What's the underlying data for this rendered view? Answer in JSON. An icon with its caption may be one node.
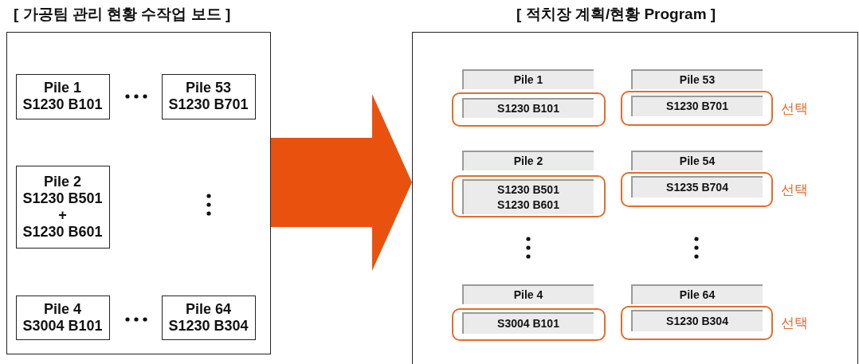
{
  "diagram": {
    "nodes": [
      {
        "text": [
          "[ 가공팀 관리 현황 수작업 보드 ]"
        ]
      },
      {
        "text": [
          "Pile 1",
          "S1230 B101"
        ],
        "in": 0
      },
      {
        "text": [
          "Pile 53",
          "S1230 B701"
        ],
        "in": 0
      },
      {
        "text": [
          "Pile 2",
          "S1230 B501",
          "+",
          "S1230 B601"
        ],
        "in": 0
      },
      {
        "text": [
          "Pile 4",
          "S3004 B101"
        ],
        "in": 0
      },
      {
        "text": [
          "Pile 64",
          "S1230 B304"
        ],
        "in": 0
      },
      {
        "text": [
          "[ 적치장 계획/현황 Program ]"
        ]
      },
      {
        "text": [
          "Pile 1"
        ],
        "in": 6
      },
      {
        "text": [
          "Pile 53"
        ],
        "in": 6
      },
      {
        "text": [],
        "shape": "box",
        "in": 6
      },
      {
        "text": [
          "S1230 B101"
        ],
        "in": 9
      },
      {
        "text": [],
        "shape": "box",
        "in": 6,
        "beside": [
          "선택"
        ]
      },
      {
        "text": [
          "S1230 B701"
        ],
        "in": 11
      },
      {
        "text": [
          "Pile 2"
        ],
        "in": 6
      },
      {
        "text": [
          "Pile 54"
        ],
        "in": 6
      },
      {
        "text": [],
        "shape": "box",
        "in": 6
      },
      {
        "text": [
          "S1230 B501",
          "S1230 B601"
        ],
        "in": 15
      },
      {
        "text": [],
        "shape": "box",
        "in": 6,
        "beside": [
          "선택"
        ]
      },
      {
        "text": [
          "S1235 B704"
        ],
        "in": 17
      },
      {
        "text": [
          "Pile 4"
        ],
        "in": 6
      },
      {
        "text": [
          "Pile 64"
        ],
        "in": 6
      },
      {
        "text": [],
        "shape": "box",
        "in": 6
      },
      {
        "text": [
          "S3004 B101"
        ],
        "in": 21
      },
      {
        "text": [],
        "shape": "box",
        "in": 6,
        "beside": [
          "선택"
        ]
      },
      {
        "text": [
          "S1230 B304"
        ],
        "in": 23
      }
    ],
    "edges": [
      {
        "from": 0,
        "to": 6,
        "arrow": "to",
        "color": "#e8520e"
      }
    ]
  }
}
